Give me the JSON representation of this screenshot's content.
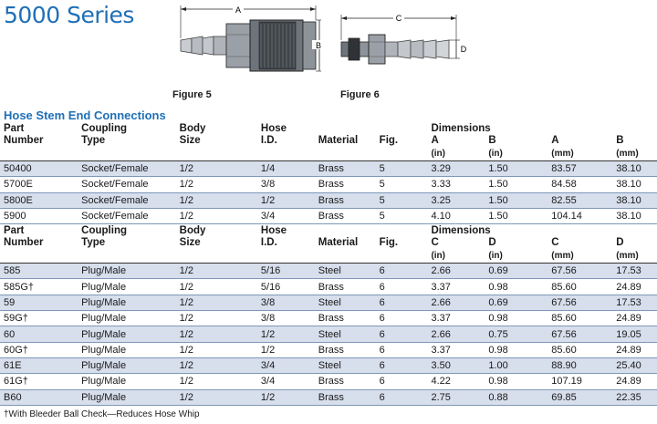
{
  "series_title": "5000 Series",
  "figures": {
    "fig5_label": "Figure 5",
    "fig6_label": "Figure 6",
    "dim_a": "A",
    "dim_b": "B",
    "dim_c": "C",
    "dim_d": "D"
  },
  "section_title": "Hose Stem End Connections",
  "headers": {
    "part_1": "Part",
    "part_2": "Number",
    "coupling_1": "Coupling",
    "coupling_2": "Type",
    "body_1": "Body",
    "body_2": "Size",
    "hose_1": "Hose",
    "hose_2": "I.D.",
    "material": "Material",
    "fig": "Fig.",
    "dimensions": "Dimensions"
  },
  "group1": {
    "dim_letters": [
      "A",
      "B",
      "A",
      "B"
    ],
    "units": [
      "(in)",
      "(in)",
      "(mm)",
      "(mm)"
    ],
    "rows": [
      [
        "50400",
        "Socket/Female",
        "1/2",
        "1/4",
        "Brass",
        "5",
        "3.29",
        "1.50",
        "83.57",
        "38.10"
      ],
      [
        "5700E",
        "Socket/Female",
        "1/2",
        "3/8",
        "Brass",
        "5",
        "3.33",
        "1.50",
        "84.58",
        "38.10"
      ],
      [
        "5800E",
        "Socket/Female",
        "1/2",
        "1/2",
        "Brass",
        "5",
        "3.25",
        "1.50",
        "82.55",
        "38.10"
      ],
      [
        "5900",
        "Socket/Female",
        "1/2",
        "3/4",
        "Brass",
        "5",
        "4.10",
        "1.50",
        "104.14",
        "38.10"
      ]
    ]
  },
  "group2": {
    "dim_letters": [
      "C",
      "D",
      "C",
      "D"
    ],
    "units": [
      "(in)",
      "(in)",
      "(mm)",
      "(mm)"
    ],
    "rows": [
      [
        "585",
        "Plug/Male",
        "1/2",
        "5/16",
        "Steel",
        "6",
        "2.66",
        "0.69",
        "67.56",
        "17.53"
      ],
      [
        "585G†",
        "Plug/Male",
        "1/2",
        "5/16",
        "Brass",
        "6",
        "3.37",
        "0.98",
        "85.60",
        "24.89"
      ],
      [
        "59",
        "Plug/Male",
        "1/2",
        "3/8",
        "Steel",
        "6",
        "2.66",
        "0.69",
        "67.56",
        "17.53"
      ],
      [
        "59G†",
        "Plug/Male",
        "1/2",
        "3/8",
        "Brass",
        "6",
        "3.37",
        "0.98",
        "85.60",
        "24.89"
      ],
      [
        "60",
        "Plug/Male",
        "1/2",
        "1/2",
        "Steel",
        "6",
        "2.66",
        "0.75",
        "67.56",
        "19.05"
      ],
      [
        "60G†",
        "Plug/Male",
        "1/2",
        "1/2",
        "Brass",
        "6",
        "3.37",
        "0.98",
        "85.60",
        "24.89"
      ],
      [
        "61E",
        "Plug/Male",
        "1/2",
        "3/4",
        "Steel",
        "6",
        "3.50",
        "1.00",
        "88.90",
        "25.40"
      ],
      [
        "61G†",
        "Plug/Male",
        "1/2",
        "3/4",
        "Brass",
        "6",
        "4.22",
        "0.98",
        "107.19",
        "24.89"
      ],
      [
        "B60",
        "Plug/Male",
        "1/2",
        "1/2",
        "Brass",
        "6",
        "2.75",
        "0.88",
        "69.85",
        "22.35"
      ]
    ]
  },
  "footnote": "†With Bleeder Ball Check—Reduces Hose Whip",
  "colors": {
    "title_blue": "#1f6fb6",
    "row_shade": "#d7deec"
  }
}
